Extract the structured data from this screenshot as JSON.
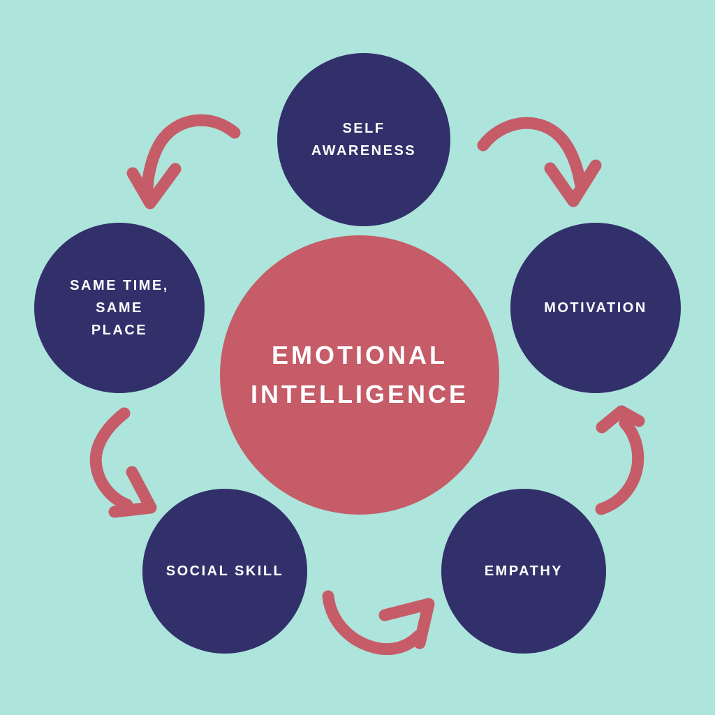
{
  "palette": {
    "background": "#ade4dc",
    "circle_navy": "#32306a",
    "accent_red": "#c55c67",
    "label_text": "#ffffff"
  },
  "diagram": {
    "title": "Emotional Intelligence cycle diagram",
    "center": {
      "label": "EMOTIONAL\nINTELLIGENCE"
    },
    "nodes": [
      {
        "id": "self-awareness",
        "position": "top",
        "label": "SELF AWARENESS"
      },
      {
        "id": "motivation",
        "position": "right",
        "label": "MOTIVATION"
      },
      {
        "id": "empathy",
        "position": "bottom-right",
        "label": "EMPATHY"
      },
      {
        "id": "social-skill",
        "position": "bottom-left",
        "label": "SOCIAL SKILL"
      },
      {
        "id": "same-time-same-place",
        "position": "left",
        "label": "SAME TIME, SAME\nPLACE"
      }
    ],
    "arrows": [
      {
        "id": "arrow-top-left",
        "from": "self-awareness",
        "to": "same-time-same-place",
        "direction": "down-left"
      },
      {
        "id": "arrow-top-right",
        "from": "self-awareness",
        "to": "motivation",
        "direction": "down-right"
      },
      {
        "id": "arrow-left",
        "from": "same-time-same-place",
        "to": "social-skill",
        "direction": "down-right"
      },
      {
        "id": "arrow-bottom",
        "from": "social-skill",
        "to": "empathy",
        "direction": "up-right"
      },
      {
        "id": "arrow-right",
        "from": "empathy",
        "to": "motivation",
        "direction": "up"
      }
    ]
  }
}
